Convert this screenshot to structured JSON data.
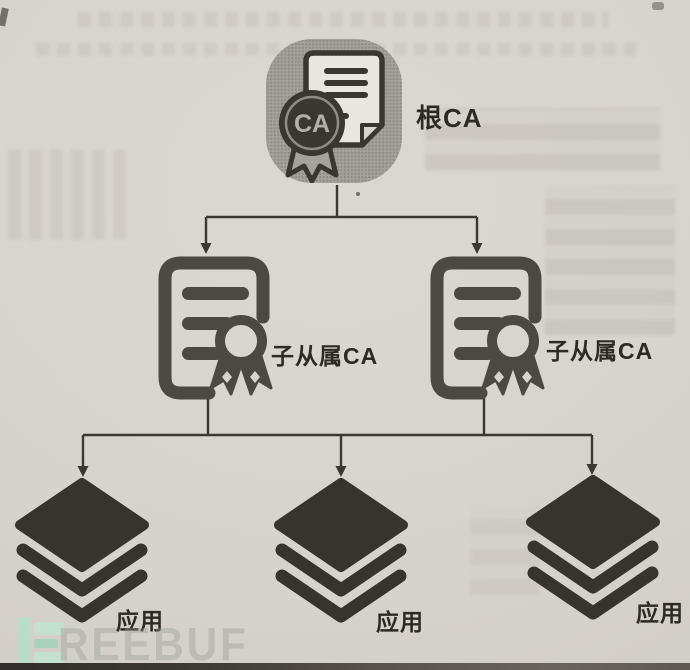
{
  "diagram": {
    "type": "ca-hierarchy",
    "root": {
      "label": "根CA",
      "badge": "CA",
      "icon": "root-ca-certificate-icon"
    },
    "subordinates": [
      {
        "label": "子从属CA",
        "icon": "certificate-rosette-icon"
      },
      {
        "label": "子从属CA",
        "icon": "certificate-rosette-icon"
      }
    ],
    "applications": [
      {
        "label": "应用",
        "icon": "layers-stack-icon"
      },
      {
        "label": "应用",
        "icon": "layers-stack-icon"
      },
      {
        "label": "应用",
        "icon": "layers-stack-icon"
      }
    ]
  },
  "watermark": {
    "text": "REEBUF",
    "logo": "freebuf-logo"
  },
  "colors": {
    "paper": "#d6d2cc",
    "line_ink": "#3b3732",
    "root_blob": "#a5a19b",
    "root_icon_ink": "#3a3632",
    "cert_icon_ink": "#4c4843",
    "layers_icon_ink": "#37332e",
    "label_ink": "#2d2a26",
    "watermark_teal": "#b9dcc9",
    "watermark_text": "#c6c3bd"
  }
}
